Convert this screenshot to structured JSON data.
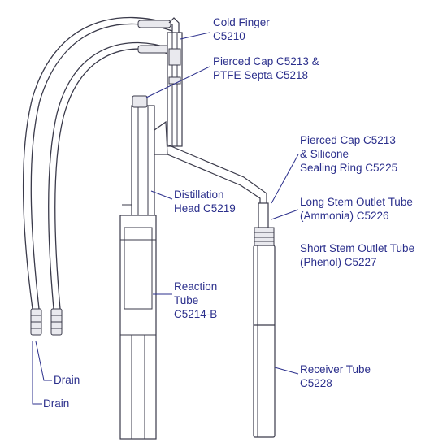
{
  "labels": {
    "cold_finger": [
      "Cold Finger",
      "C5210"
    ],
    "pierced_cap_ptfe": [
      "Pierced Cap C5213 &",
      "PTFE Septa C5218"
    ],
    "pierced_cap_silicone": [
      "Pierced Cap C5213",
      "& Silicone",
      "Sealing Ring C5225"
    ],
    "distillation_head": [
      "Distillation",
      "Head C5219"
    ],
    "long_stem": [
      "Long Stem Outlet Tube",
      "(Ammonia) C5226"
    ],
    "short_stem": [
      "Short Stem Outlet Tube",
      "(Phenol) C5227"
    ],
    "reaction_tube": [
      "Reaction",
      "Tube",
      "C5214-B"
    ],
    "receiver_tube": [
      "Receiver Tube",
      "C5228"
    ],
    "drain_upper": "Drain",
    "drain_lower": "Drain"
  },
  "colors": {
    "label_text": "#2b2f8c",
    "line_art": "#3a3a4a"
  }
}
